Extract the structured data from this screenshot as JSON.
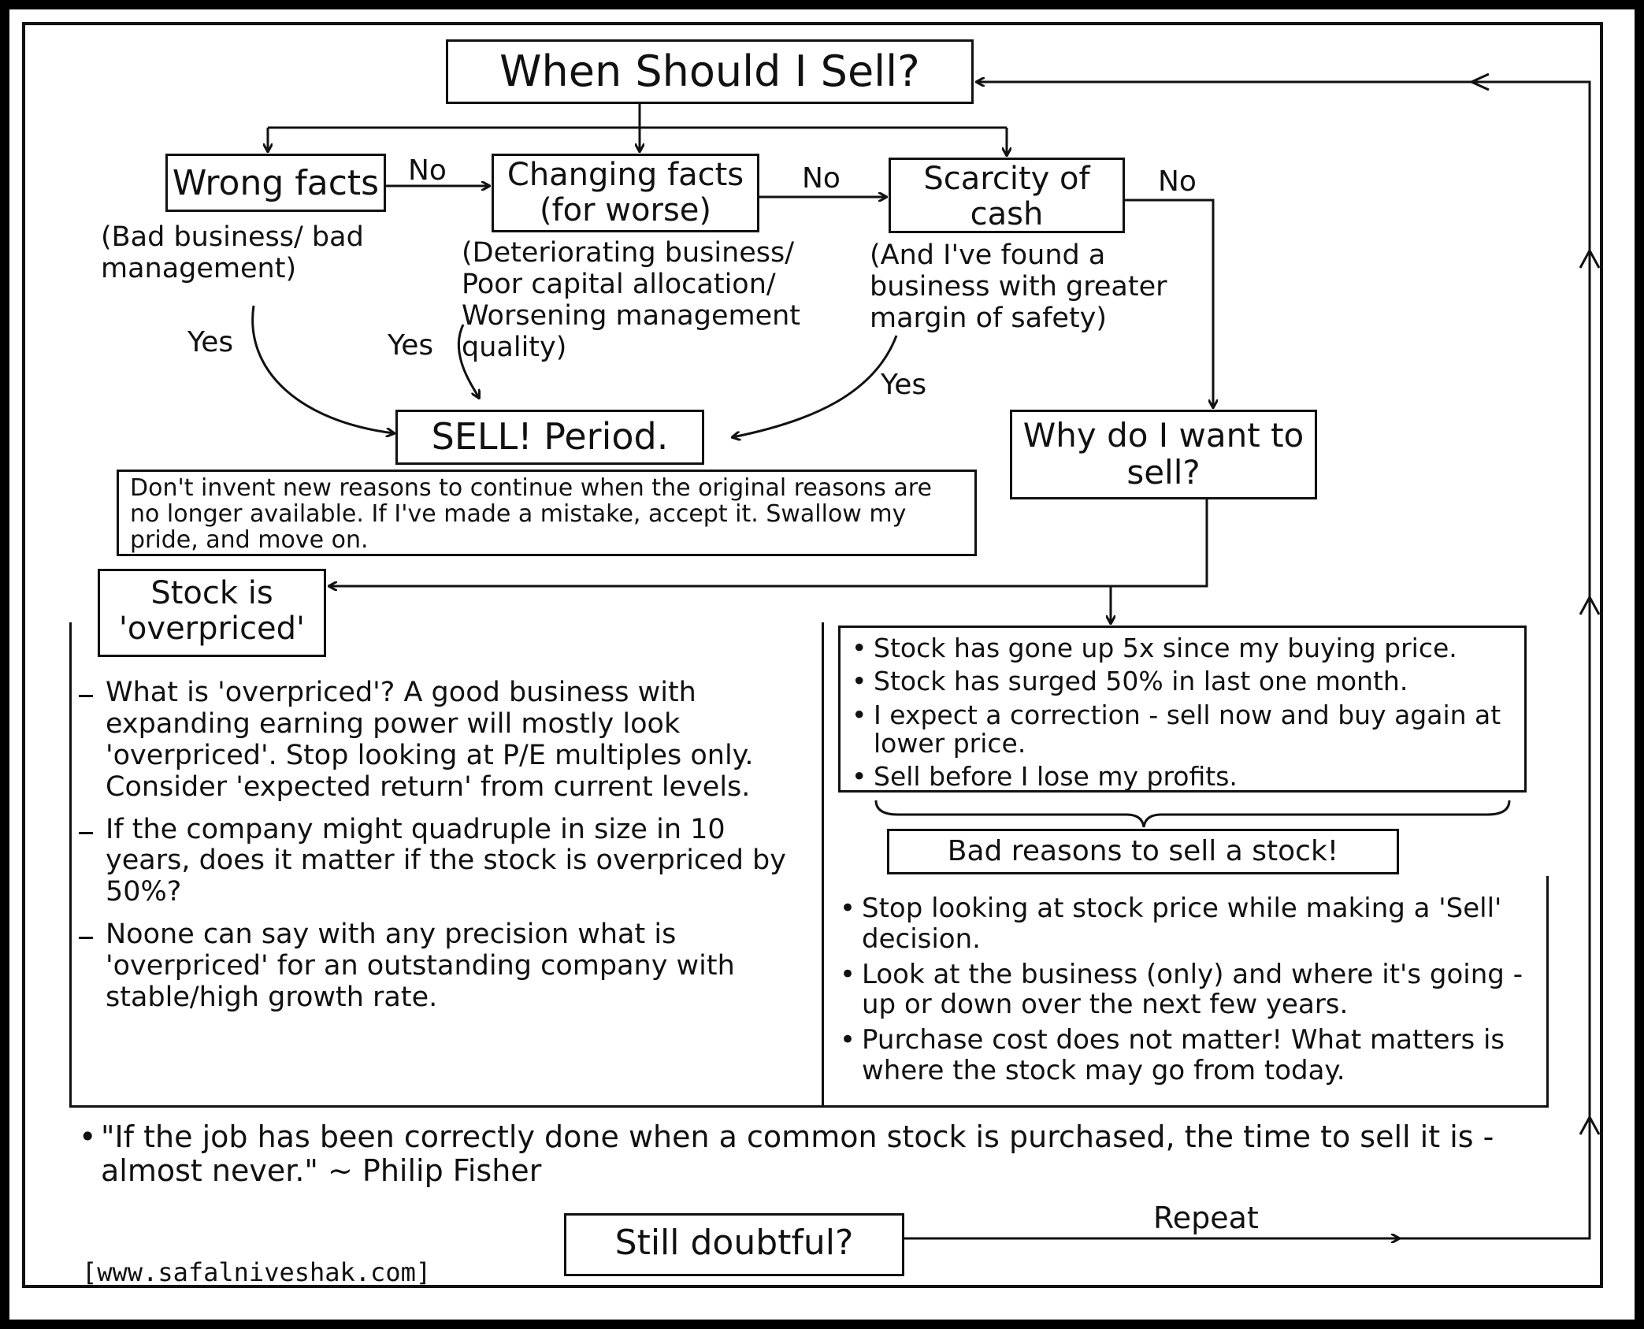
{
  "title": "When Should I Sell?",
  "nodes": {
    "wrong_facts": "Wrong facts",
    "wrong_facts_note": "(Bad business/ bad management)",
    "changing_facts": "Changing facts (for worse)",
    "changing_facts_note": "(Deteriorating business/ Poor capital allocation/ Worsening management quality)",
    "scarcity_cash": "Scarcity of cash",
    "scarcity_cash_note": "(And I've found a business with greater margin of safety)",
    "sell_period": "SELL! Period.",
    "sell_note": "Don't invent new reasons to continue when the original reasons are no longer available. If I've made a mistake, accept it. Swallow my pride, and move on.",
    "why_sell": "Why do I want to sell?",
    "overpriced": "Stock is 'overpriced'",
    "bad_reasons_title": "Bad reasons to sell a stock!",
    "still_doubtful": "Still doubtful?"
  },
  "edge_labels": {
    "no": "No",
    "yes": "Yes",
    "repeat": "Repeat"
  },
  "overpriced_points": [
    "What is 'overpriced'? A good business with expanding earning power will mostly look 'overpriced'. Stop looking at P/E multiples only. Consider 'expected return' from current levels.",
    "If the company might quadruple in size in 10 years, does it matter if the stock is overpriced by 50%?",
    "Noone can say with any precision what is 'overpriced' for an outstanding company with stable/high growth rate."
  ],
  "bad_reasons": [
    "Stock has gone up 5x since my buying price.",
    "Stock has surged 50% in last one month.",
    "I expect a correction - sell now and buy again at lower price.",
    "Sell before I lose my profits."
  ],
  "advice": [
    "Stop looking at stock price while making a 'Sell' decision.",
    "Look at the business (only) and where it's going - up or down over the next few years.",
    "Purchase cost does not matter! What matters is where the stock may go from today."
  ],
  "quote": "\"If the job has been correctly done when a common stock is purchased, the time to sell it is - almost never.\" ~ Philip Fisher",
  "footer_url": "[www.safalniveshak.com]"
}
